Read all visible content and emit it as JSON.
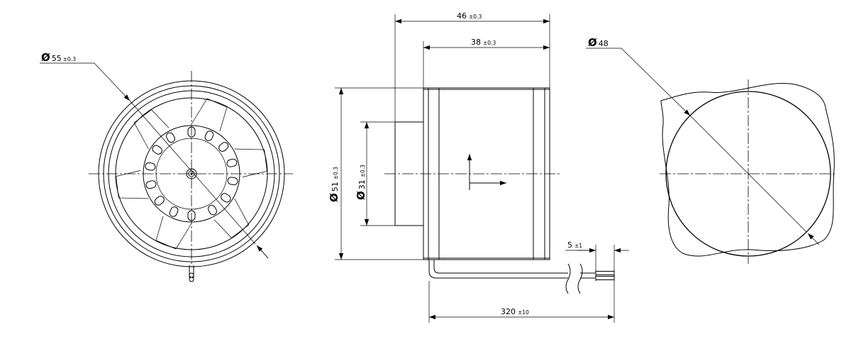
{
  "dimensions": {
    "front_diameter": {
      "symbol": "Ø",
      "value": "55",
      "tolerance": "±0.3"
    },
    "total_length": {
      "value": "46",
      "tolerance": "±0.3"
    },
    "body_length": {
      "value": "38",
      "tolerance": "±0.3"
    },
    "outer_diameter": {
      "symbol": "Ø",
      "value": "51",
      "tolerance": "±0.3"
    },
    "hub_diameter": {
      "symbol": "Ø",
      "value": "31",
      "tolerance": "±0.3"
    },
    "cutout_diameter": {
      "symbol": "Ø",
      "value": "48"
    },
    "wire_strip": {
      "value": "5",
      "tolerance": "±1"
    },
    "wire_length": {
      "value": "320",
      "tolerance": "±10"
    }
  }
}
